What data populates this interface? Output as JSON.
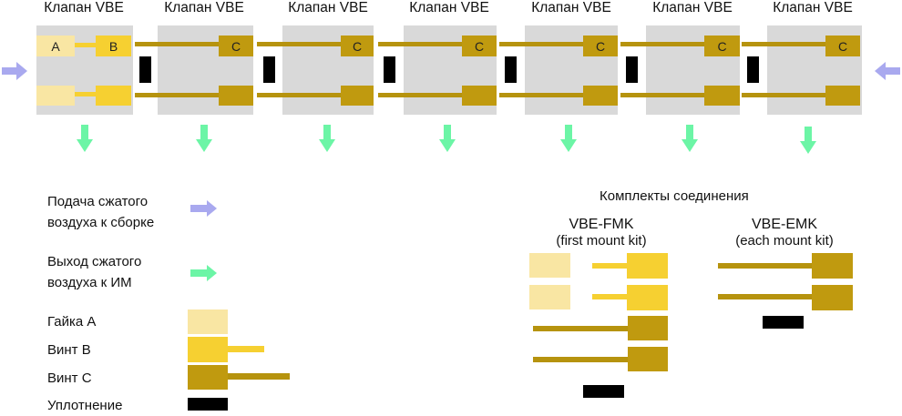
{
  "valves": {
    "title": "Клапан VBE",
    "block_labels": {
      "a": "A",
      "b": "B",
      "c": "C"
    }
  },
  "legend": {
    "supply": "Подача сжатого воздуха к сборке",
    "supply_lines": [
      "Подача сжатого",
      "воздуха к сборке"
    ],
    "exhaust_lines": [
      "Выход сжатого",
      "воздуха к ИМ"
    ],
    "nut_a": "Гайка А",
    "screw_b": "Винт B",
    "screw_c": "Винт C",
    "seal": "Уплотнение"
  },
  "kits": {
    "heading": "Комплекты соединения",
    "fmk": {
      "name": "VBE-FMK",
      "sub": "(first mount kit)"
    },
    "emk": {
      "name": "VBE-EMK",
      "sub": "(each mount kit)"
    }
  },
  "colors": {
    "valve_body": "#d9d9d9",
    "nut_a": "#f9e6a3",
    "screw_b": "#f6d031",
    "screw_c": "#c09a0f",
    "seal": "#000000",
    "supply_arrow": "#a9a9ef",
    "exhaust_arrow": "#6cf5a6"
  }
}
